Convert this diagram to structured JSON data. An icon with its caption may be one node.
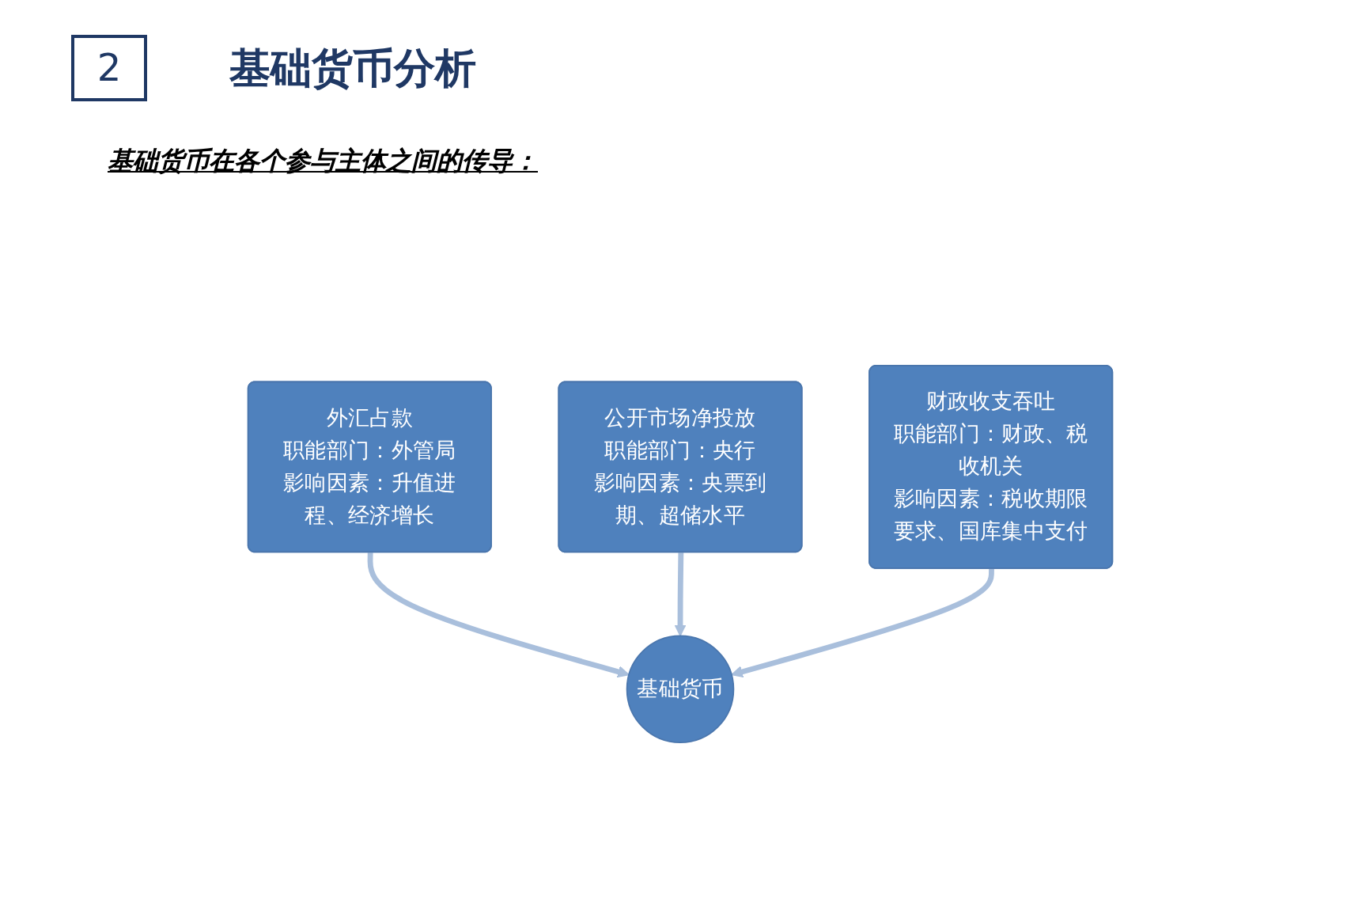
{
  "diagram": {
    "title": "基础货币分析",
    "nodes": [
      {
        "text": [
          "外汇占款",
          "职能部门：外管局",
          "影响因素：升值进程、经济增长"
        ]
      },
      {
        "text": [
          "公开市场净投放",
          "职能部门：央行",
          "影响因素：央票到期、超储水平"
        ]
      },
      {
        "text": [
          "财政收支吞吐",
          "职能部门：财政、税收机关",
          "影响因素：税收期限要求、国库集中支付"
        ]
      },
      {
        "text": [
          "基础货币"
        ]
      }
    ],
    "edges": [
      {
        "from": 0,
        "to": 3,
        "arrow": "to"
      },
      {
        "from": 1,
        "to": 3,
        "arrow": "to"
      },
      {
        "from": 2,
        "to": 3,
        "arrow": "to"
      }
    ],
    "labels": [
      "2",
      "基础货币在各个参与主体之间的传导："
    ]
  }
}
